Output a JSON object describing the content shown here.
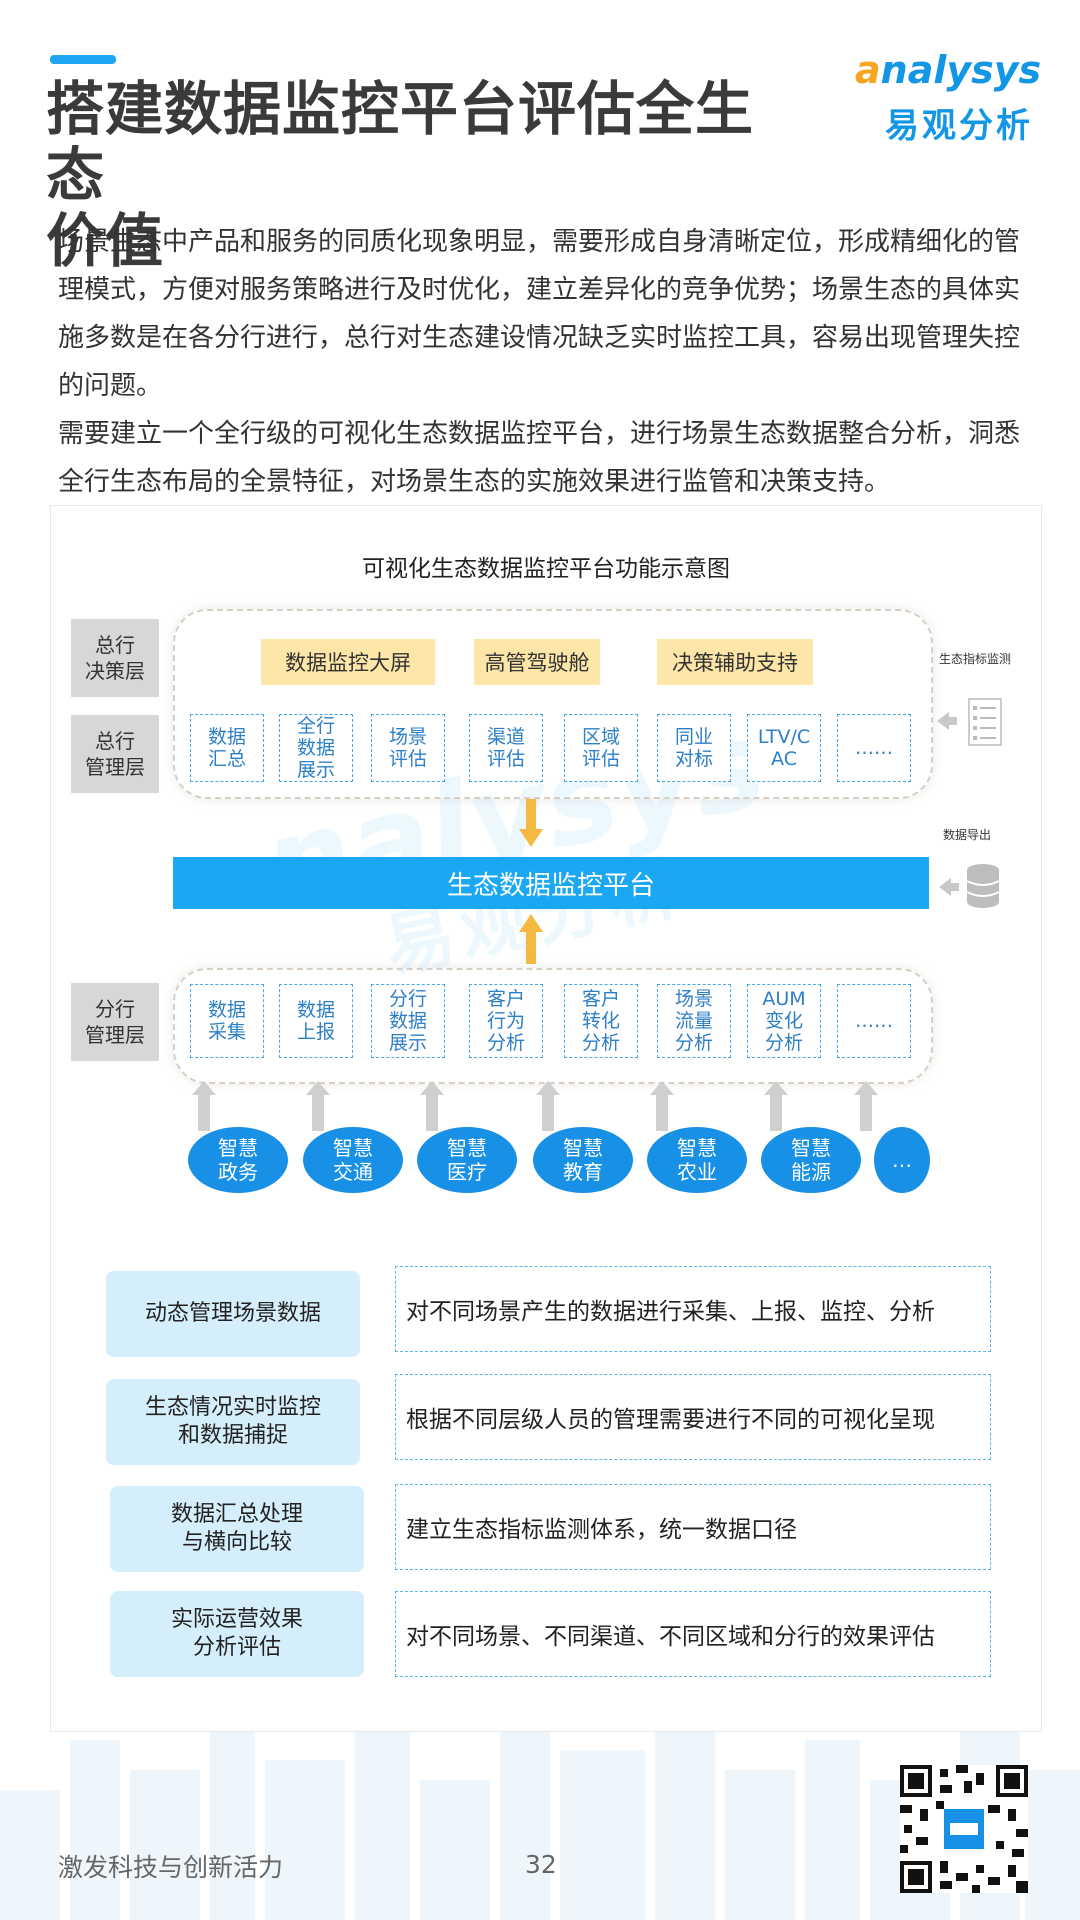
{
  "header": {
    "title_line1": "搭建数据监控平台评估全生态",
    "title_line2": "价值",
    "logo_en_prefix": "a",
    "logo_en_rest": "nalysys",
    "logo_cn": "易观分析"
  },
  "paragraphs": [
    "场景生态中产品和服务的同质化现象明显，需要形成自身清晰定位，形成精细化的管理模式，方便对服务策略进行及时优化，建立差异化的竞争优势；场景生态的具体实施多数是在各分行进行，总行对生态建设情况缺乏实时监控工具，容易出现管理失控的问题。",
    "需要建立一个全行级的可视化生态数据监控平台，进行场景生态数据整合分析，洞悉全行生态布局的全景特征，对场景生态的实施效果进行监管和决策支持。"
  ],
  "diagram": {
    "title": "可视化生态数据监控平台功能示意图",
    "layers": {
      "hq_decision": "总行\n决策层",
      "hq_management": "总行\n管理层",
      "branch_management": "分行\n管理层"
    },
    "decision_items": [
      "数据监控大屏",
      "高管驾驶舱",
      "决策辅助支持"
    ],
    "hq_items": [
      "数据\n汇总",
      "全行\n数据\n展示",
      "场景\n评估",
      "渠道\n评估",
      "区域\n评估",
      "同业\n对标",
      "LTV/C\nAC",
      "……"
    ],
    "platform": "生态数据监控平台",
    "branch_items": [
      "数据\n采集",
      "数据\n上报",
      "分行\n数据\n展示",
      "客户\n行为\n分析",
      "客户\n转化\n分析",
      "场景\n流量\n分析",
      "AUM\n变化\n分析",
      "……"
    ],
    "sources": [
      "智慧\n政务",
      "智慧\n交通",
      "智慧\n医疗",
      "智慧\n教育",
      "智慧\n农业",
      "智慧\n能源",
      "…"
    ],
    "side_labels": {
      "indicator": "生态指标监测",
      "export": "数据导出"
    },
    "features": [
      {
        "name": "动态管理场景数据",
        "desc": "对不同场景产生的数据进行采集、上报、监控、分析"
      },
      {
        "name": "生态情况实时监控\n和数据捕捉",
        "desc": "根据不同层级人员的管理需要进行不同的可视化呈现"
      },
      {
        "name": "数据汇总处理\n与横向比较",
        "desc": "建立生态指标监测体系，统一数据口径"
      },
      {
        "name": "实际运营效果\n分析评估",
        "desc": "对不同场景、不同渠道、不同区域和分行的效果评估"
      }
    ],
    "colors": {
      "primary_blue": "#1aa8f5",
      "circle_blue": "#1890e6",
      "highlight_yellow": "#fde6a8",
      "arrow_orange": "#f5b942"
    }
  },
  "footer": {
    "slogan": "激发科技与创新活力",
    "page_number": "32"
  }
}
